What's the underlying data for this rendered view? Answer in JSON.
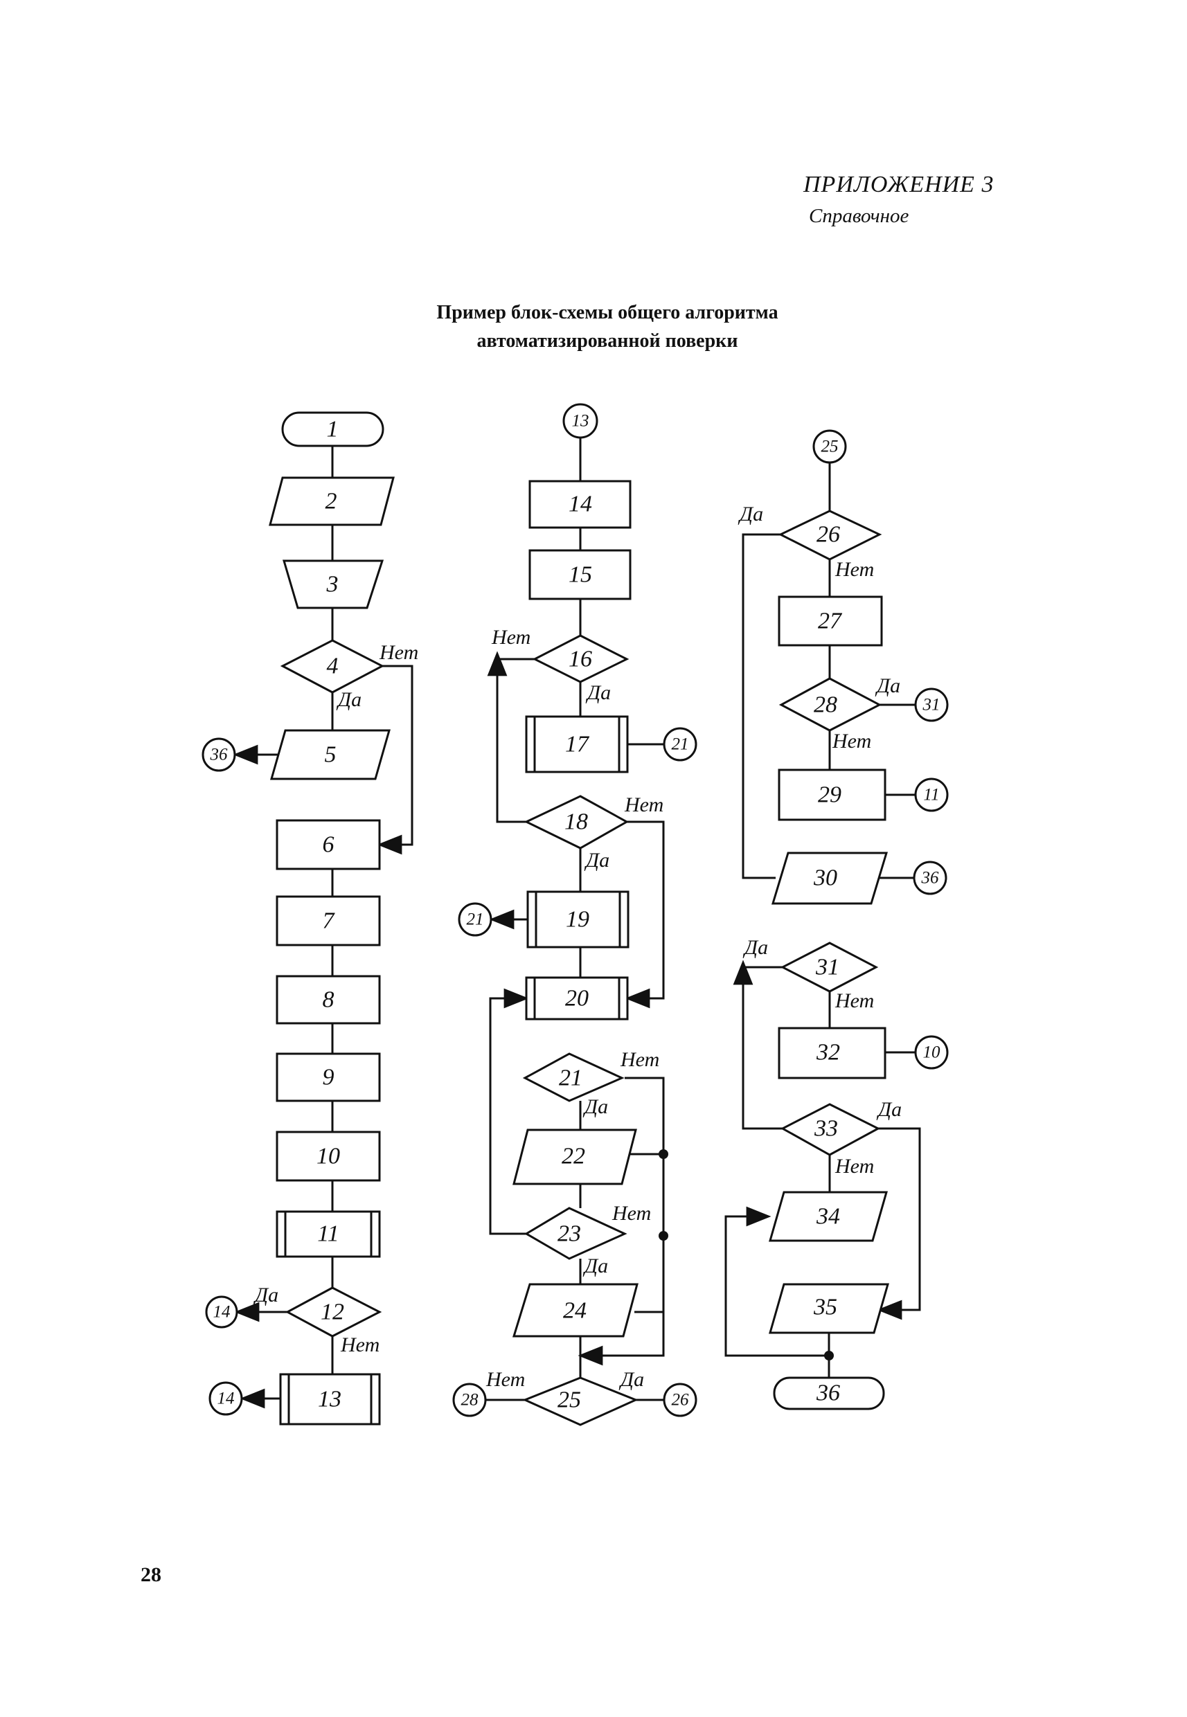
{
  "header": {
    "appendix": "ПРИЛОЖЕНИЕ 3",
    "reference": "Справочное"
  },
  "title": {
    "line1": "Пример блок-схемы общего алгоритма",
    "line2": "автоматизированной поверки"
  },
  "labels": {
    "yes": "Да",
    "no": "Нет"
  },
  "page_number": "28",
  "blocks": {
    "b1": "1",
    "b2": "2",
    "b3": "3",
    "b4": "4",
    "b5": "5",
    "b6": "6",
    "b7": "7",
    "b8": "8",
    "b9": "9",
    "b10": "10",
    "b11": "11",
    "b12": "12",
    "b13": "13",
    "b14": "14",
    "b15": "15",
    "b16": "16",
    "b17": "17",
    "b18": "18",
    "b19": "19",
    "b20": "20",
    "b21": "21",
    "b22": "22",
    "b23": "23",
    "b24": "24",
    "b25": "25",
    "b26": "26",
    "b27": "27",
    "b28": "28",
    "b29": "29",
    "b30": "30",
    "b31": "31",
    "b32": "32",
    "b33": "33",
    "b34": "34",
    "b35": "35",
    "b36": "36"
  },
  "connectors": {
    "c13_top": "13",
    "c25_top": "25",
    "c36_left": "36",
    "c21_right": "21",
    "c21_left": "21",
    "c31_right": "31",
    "c11_right": "11",
    "c36_right": "36",
    "c10_right": "10",
    "c14_a": "14",
    "c14_b": "14",
    "c28_left": "28",
    "c26_right": "26"
  }
}
